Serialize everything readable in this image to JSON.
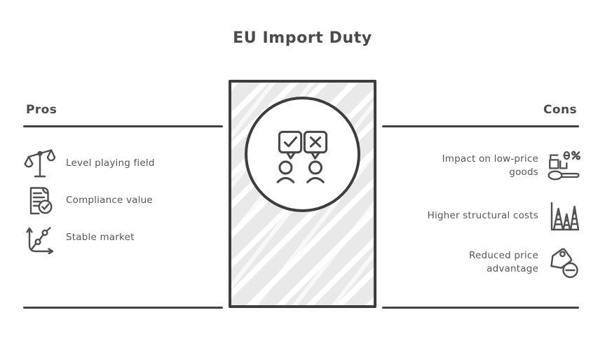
{
  "title": "EU Import Duty",
  "colors": {
    "ink": "#4a4a4a",
    "line": "#414141",
    "panel_border": "#3d3d3d",
    "panel_fill": "#e9e9e9",
    "background": "#ffffff"
  },
  "pros": {
    "heading": "Pros",
    "items": [
      {
        "label": "Level playing field",
        "icon": "balance-scale-icon"
      },
      {
        "label": "Compliance value",
        "icon": "document-check-icon"
      },
      {
        "label": "Stable market",
        "icon": "growth-chart-icon"
      }
    ]
  },
  "cons": {
    "heading": "Cons",
    "items": [
      {
        "label": "Impact on low-price goods",
        "icon": "low-price-goods-icon"
      },
      {
        "label": "Higher structural costs",
        "icon": "rising-costs-icon"
      },
      {
        "label": "Reduced price advantage",
        "icon": "price-tag-minus-icon"
      }
    ]
  },
  "center": {
    "illustration": "approve-reject-people",
    "symbols": [
      "checkmark",
      "cross"
    ]
  }
}
